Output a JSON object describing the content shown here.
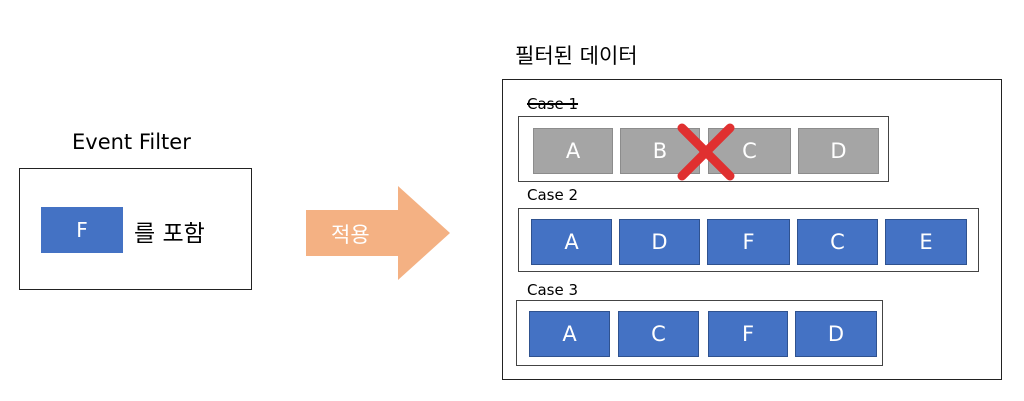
{
  "event_filter": {
    "title": "Event Filter",
    "tile_label": "F",
    "condition_text": "를 포함"
  },
  "apply_arrow": {
    "label": "적용",
    "color": "#f4b183"
  },
  "filtered": {
    "title": "필터된 데이터",
    "cases": [
      {
        "label": "Case 1",
        "excluded": true,
        "items": [
          "A",
          "B",
          "C",
          "D"
        ]
      },
      {
        "label": "Case 2",
        "excluded": false,
        "items": [
          "A",
          "D",
          "F",
          "C",
          "E"
        ]
      },
      {
        "label": "Case 3",
        "excluded": false,
        "items": [
          "A",
          "C",
          "F",
          "D"
        ]
      }
    ]
  },
  "colors": {
    "active_tile": "#4472c4",
    "inactive_tile": "#a5a5a5",
    "exclude_mark": "#e03030"
  }
}
